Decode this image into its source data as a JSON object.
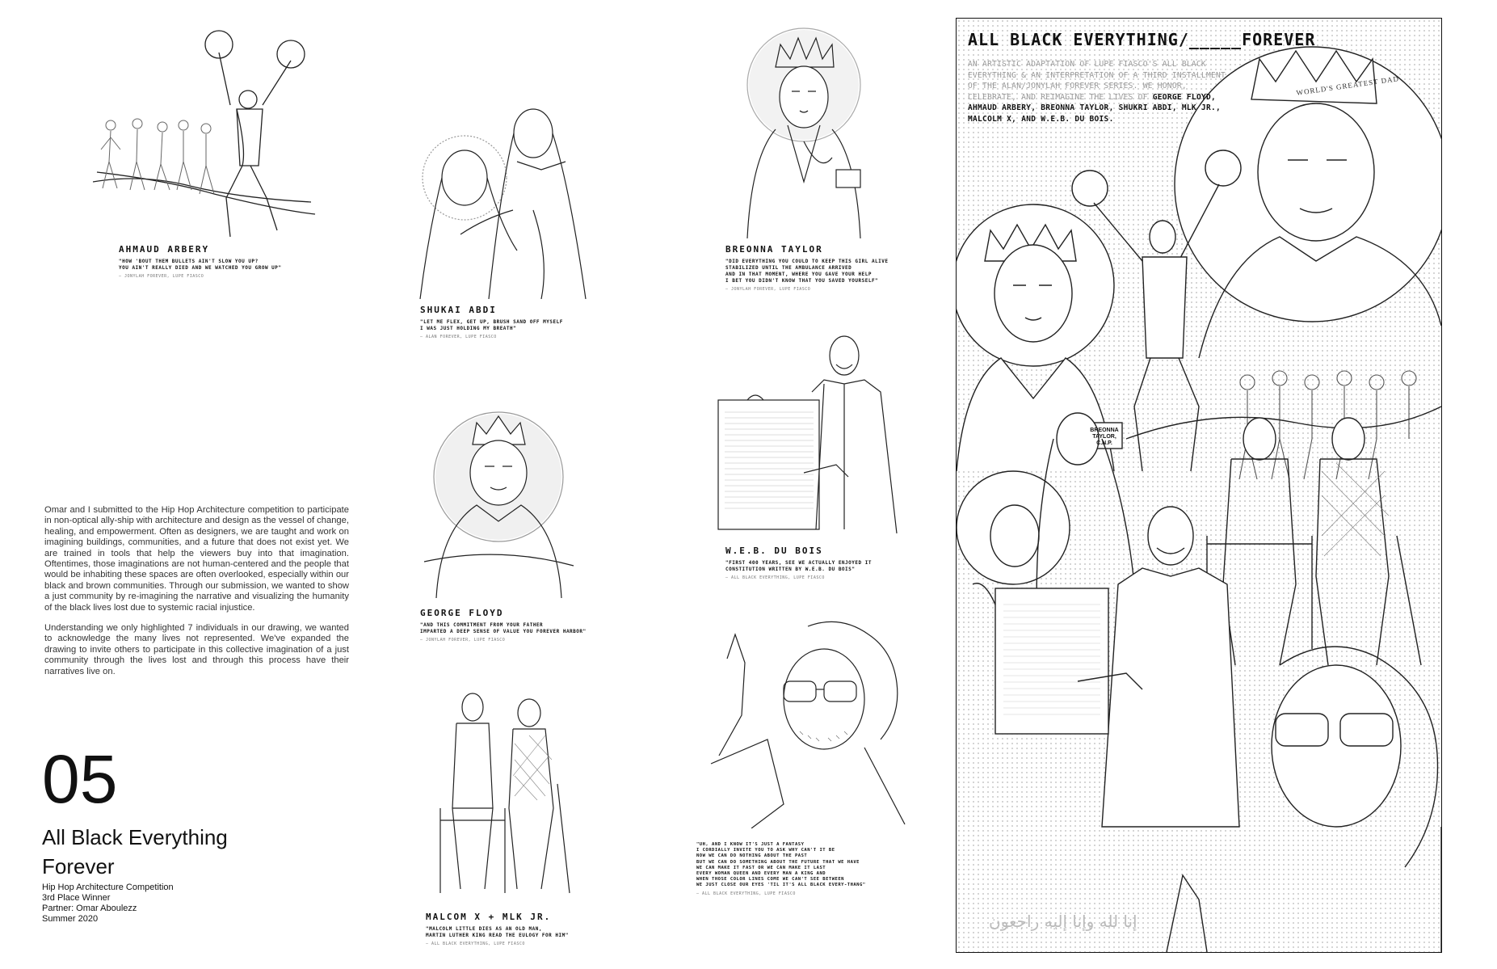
{
  "captions": [
    {
      "id": "arbery",
      "name": "AHMAUD ARBERY",
      "quote": [
        "\"How 'bout them bullets ain't slow you up?",
        "You ain't really died and we watched you grow up\""
      ],
      "credit": "— JONYLAH FOREVER, LUPE FIASCO"
    },
    {
      "id": "abdi",
      "name": "SHUKAI ABDI",
      "quote": [
        "\"Let me flex, get up, brush sand off myself",
        "I was just holding my breath\""
      ],
      "credit": "— ALAN FOREVER, LUPE FIASCO"
    },
    {
      "id": "taylor",
      "name": "BREONNA TAYLOR",
      "quote": [
        "\"Did everything you could to keep this girl alive",
        "Stabilized until the ambulance arrived",
        "And in that moment, where you gave your help",
        "I bet you didn't know that you saved yourself\""
      ],
      "credit": "— JONYLAH FOREVER, LUPE FIASCO"
    },
    {
      "id": "floyd",
      "name": "GEORGE FLOYD",
      "quote": [
        "\"And this commitment from your father",
        "Imparted a deep sense of value you forever harbor\""
      ],
      "credit": "— JONYLAH FOREVER, LUPE FIASCO"
    },
    {
      "id": "dubois",
      "name": "W.E.B. DU BOIS",
      "quote": [
        "\"First 400 years, see we actually enjoyed it",
        "Constitution written by W.E.B. Du Bois\""
      ],
      "credit": "— ALL BLACK EVERYTHING, LUPE FIASCO"
    },
    {
      "id": "malcolm",
      "name": "MALCOM X + MLK JR.",
      "quote": [
        "\"Malcolm Little dies as an old man,",
        "Martin Luther King read the eulogy for him\""
      ],
      "credit": "— ALL BLACK EVERYTHING, LUPE FIASCO"
    },
    {
      "id": "lupe",
      "name": "",
      "quote": [
        "\"Uh, and I know it's just a fantasy",
        "I cordially invite you to ask why can't it be",
        "Now we can do nothing about the past",
        "But we can do something about the future that we have",
        "We can make it fast or we can make it last",
        "Every woman queen and every man a king and",
        "When those color lines come we can't see between",
        "We just close our eyes 'til it's all black every-thang\""
      ],
      "credit": "— ALL BLACK EVERYTHING, LUPE FIASCO"
    }
  ],
  "essay": {
    "paragraphs": [
      "Omar and I submitted to the Hip Hop Architecture competition to participate in non-optical ally-ship with architecture and design as the vessel of change, healing, and empowerment. Often as designers, we are taught and work on imagining buildings, communities, and a future that does not exist yet. We are trained in tools that help the viewers buy into that imagination. Oftentimes, those imaginations are not human-centered and the people that would be inhabiting these spaces are often overlooked, especially within our black and brown communities. Through our submission, we wanted to show a just community by re-imagining the narrative and visualizing the humanity of the black lives lost due to systemic racial injustice.",
      "Understanding we only highlighted 7 individuals in our drawing, we wanted to acknowledge the many lives not represented. We've expanded the drawing to invite others to participate in this collective imagination of a just community through the lives lost and through this process have their narratives live on."
    ]
  },
  "project": {
    "number": "05",
    "title_line1": "All Black Everything",
    "title_line2": "Forever",
    "meta": [
      "Hip Hop Architecture Competition",
      "3rd Place Winner",
      "Partner: Omar Aboulezz",
      "Summer 2020"
    ]
  },
  "poster": {
    "title": "ALL BLACK EVERYTHING/_____FOREVER",
    "desc_intro": "AN ARTISTIC ADAPTATION OF LUPE FIASCO'S ALL BLACK EVERYTHING & AN INTERPRETATION OF A THIRD INSTALLMENT OF THE ALAN/JONYLAH FOREVER SERIES. WE HONOR, CELEBRATE, AND REIMAGINE THE LIVES OF",
    "desc_names": "GEORGE FLOYD, AHMAUD ARBERY, BREONNA TAYLOR, SHUKRI ABDI, MLK JR., MALCOLM X, AND W.E.B. DU BOIS.",
    "crown_text": "WORLD'S GREATEST DAD",
    "badge_text": [
      "BREONNA",
      "TAYLOR,",
      "C.N.P."
    ],
    "arabic_text": "إنا لله وإنا إليه راجعون"
  },
  "colors": {
    "ink": "#111111",
    "muted": "#999999",
    "dots": "#9a9a9a"
  }
}
